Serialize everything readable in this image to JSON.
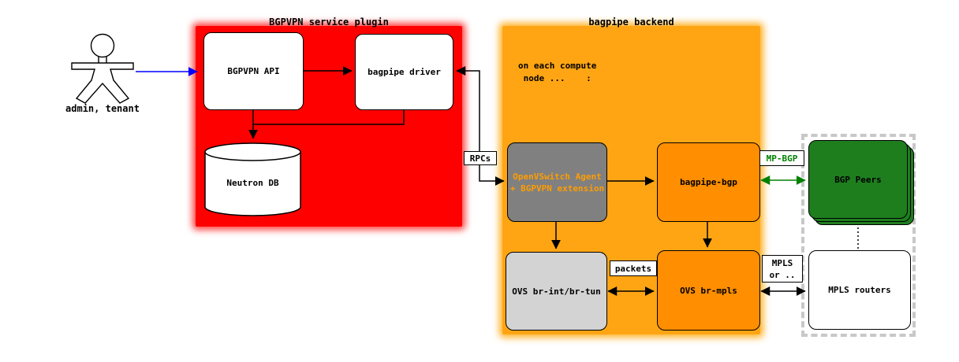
{
  "colors": {
    "red_group": "#ff0000",
    "orange_group": "#ffa513",
    "orange_node": "#ff8e00",
    "gray_node": "#808080",
    "light_gray_node": "#d3d3d3",
    "green_node": "#1e7e1e",
    "green_accent": "#008000",
    "blue_accent": "#0000ff",
    "dashed_border": "#c8c8c8"
  },
  "actor": {
    "label": "admin, tenant"
  },
  "service_plugin": {
    "title": "BGPVPN service plugin",
    "nodes": {
      "api": "BGPVPN API",
      "driver": "bagpipe driver",
      "db": "Neutron DB"
    }
  },
  "backend": {
    "title": "bagpipe backend",
    "note": "on each compute\n node ...    :",
    "nodes": {
      "agent": "OpenVSwitch Agent\n+ BGPVPN extension",
      "bgp": "bagpipe-bgp",
      "br_int": "OVS br-int/br-tun",
      "br_mpls": "OVS br-mpls"
    }
  },
  "external": {
    "bgp_peers": "BGP Peers",
    "mpls_routers": "MPLS routers"
  },
  "connector_labels": {
    "rpcs": "RPCs",
    "packets": "packets",
    "mp_bgp": "MP-BGP",
    "mpls": "MPLS\nor .."
  }
}
